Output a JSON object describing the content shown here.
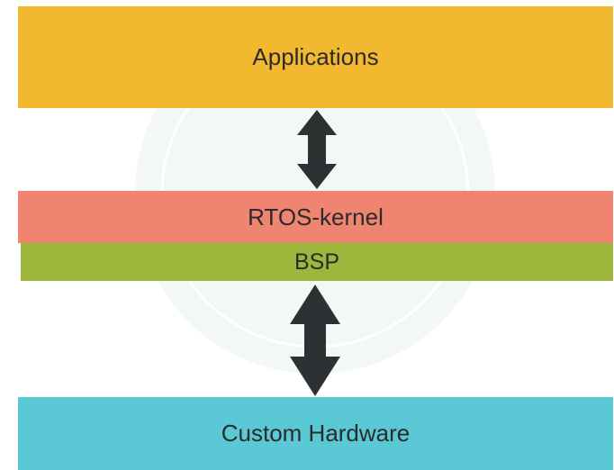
{
  "diagram": {
    "layers": {
      "applications": "Applications",
      "rtos": "RTOS-kernel",
      "bsp": "BSP",
      "hardware": "Custom Hardware"
    },
    "colors": {
      "applications": "#f2b82f",
      "rtos": "#ef8470",
      "bsp": "#9cb73b",
      "hardware": "#5bc8d6",
      "arrow": "#2d3133",
      "text": "#2b2b2b"
    },
    "connectors": [
      {
        "from": "applications",
        "to": "rtos",
        "direction": "bidirectional",
        "icon": "double-arrow-icon"
      },
      {
        "from": "bsp",
        "to": "hardware",
        "direction": "bidirectional",
        "icon": "double-arrow-icon"
      }
    ]
  }
}
